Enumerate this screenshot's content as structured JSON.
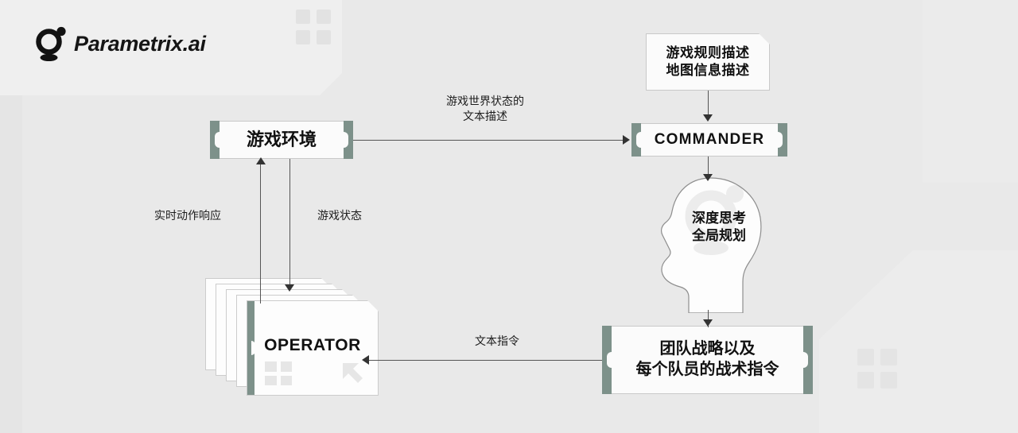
{
  "brand": {
    "name": "Parametrix.ai",
    "logo_icon": "parametrix-circle-dot-mark"
  },
  "diagram": {
    "title": "Parametrix.ai Commander-Operator game agent architecture",
    "colors": {
      "accent_green": "#7d918a",
      "background": "#e9e9e9",
      "node_fill": "#fbfbfb",
      "line": "#555555",
      "text": "#111111"
    },
    "nodes": [
      {
        "id": "rules",
        "label": "游戏规则描述\n地图信息描述",
        "shape": "clipped-corner-box"
      },
      {
        "id": "environment",
        "label": "游戏环境",
        "shape": "bracket-capped-box"
      },
      {
        "id": "commander",
        "label": "COMMANDER",
        "shape": "bracket-capped-box"
      },
      {
        "id": "thinking",
        "label": "深度思考\n全局规划",
        "shape": "head-silhouette"
      },
      {
        "id": "team",
        "label": "团队战略以及\n每个队员的战术指令",
        "shape": "bracket-capped-box"
      },
      {
        "id": "operator",
        "label": "OPERATOR",
        "shape": "stacked-cards",
        "card_count": 5,
        "decor_icons": [
          "dot-grid-icon",
          "arrow-up-left-icon"
        ]
      }
    ],
    "edges": [
      {
        "id": "env-to-commander",
        "from": "environment",
        "to": "commander",
        "label": "游戏世界状态的\n文本描述"
      },
      {
        "id": "operator-to-env",
        "from": "operator",
        "to": "environment",
        "label": "实时动作响应"
      },
      {
        "id": "env-to-operator",
        "from": "environment",
        "to": "operator",
        "label": "游戏状态"
      },
      {
        "id": "team-to-operator",
        "from": "team",
        "to": "operator",
        "label": "文本指令"
      },
      {
        "id": "rules-to-commander",
        "from": "rules",
        "to": "commander",
        "label": ""
      },
      {
        "id": "commander-to-thinking",
        "from": "commander",
        "to": "thinking",
        "label": ""
      },
      {
        "id": "thinking-to-team",
        "from": "thinking",
        "to": "team",
        "label": ""
      }
    ]
  }
}
